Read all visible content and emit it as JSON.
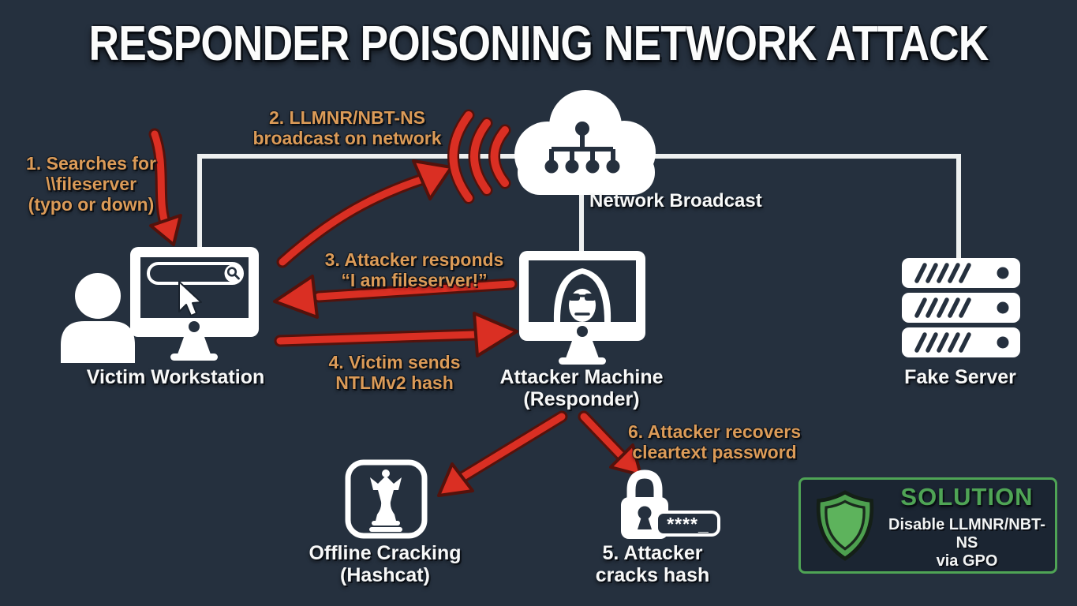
{
  "title": "RESPONDER POISONING NETWORK ATTACK",
  "steps": {
    "step1": "1. Searches for\n\\\\fileserver\n(typo or down)",
    "step2": "2. LLMNR/NBT-NS\nbroadcast on network",
    "step3": "3. Attacker responds\n“I am fileserver!”",
    "step4": "4. Victim sends\nNTLMv2 hash",
    "step6": "6. Attacker recovers\ncleartext password"
  },
  "nodes": {
    "victim": "Victim Workstation",
    "network": "Network Broadcast",
    "attacker": "Attacker Machine\n(Responder)",
    "fake_server": "Fake Server",
    "offline_cracking": "Offline Cracking\n(Hashcat)",
    "crack_hash": "5. Attacker\ncracks hash"
  },
  "password_mask": "****_",
  "solution": {
    "title": "SOLUTION",
    "text": "Disable LLMNR/NBT-NS\nvia GPO"
  },
  "colors": {
    "background": "#25303e",
    "arrow_red": "#da2f23",
    "label_orange": "#db9b58",
    "line_white": "#eef0f0",
    "solution_green": "#4fa455"
  },
  "icons": {
    "cloud": "network-cloud-icon",
    "wifi": "wifi-broadcast-icon",
    "person": "victim-person-icon",
    "victim_monitor": "victim-workstation-icon",
    "search": "search-icon",
    "cursor": "cursor-icon",
    "hacker": "attacker-machine-icon",
    "server": "fake-server-icon",
    "chess": "hashcat-chess-icon",
    "lock": "padlock-icon",
    "shield": "shield-icon"
  }
}
